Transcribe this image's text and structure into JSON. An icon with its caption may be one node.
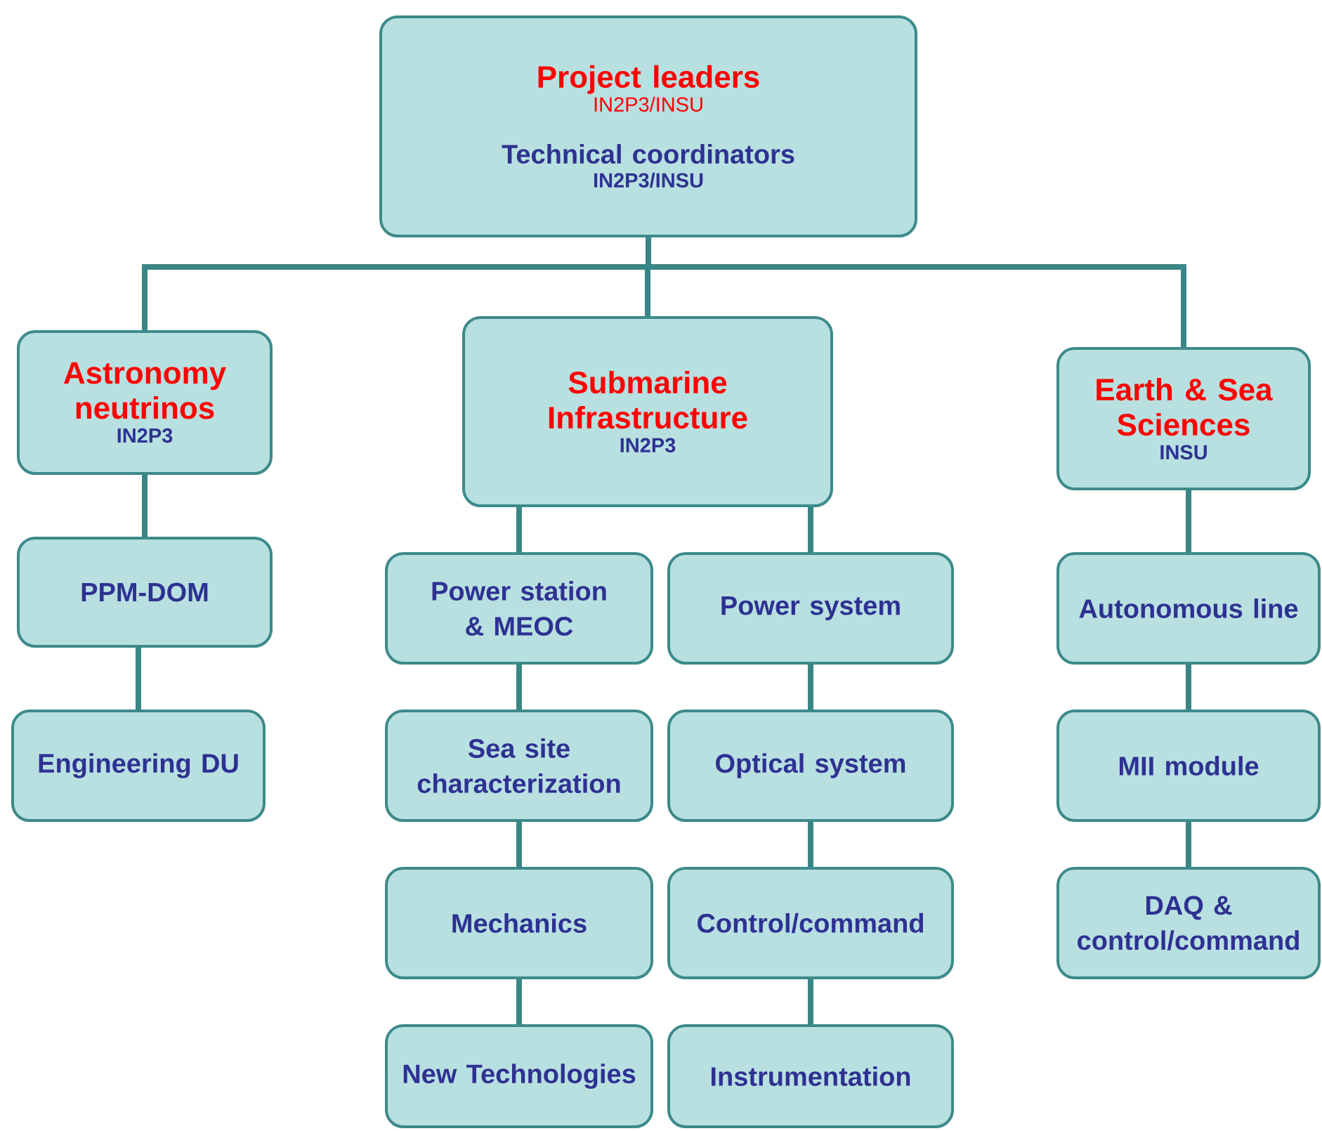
{
  "diagram": {
    "nodes": [
      {
        "text": [
          "Project leaders",
          "IN2P3/INSU",
          "Technical coordinators",
          "IN2P3/INSU"
        ]
      },
      {
        "text": [
          "Astronomy neutrinos",
          "IN2P3"
        ]
      },
      {
        "text": [
          "Submarine Infrastructure",
          "IN2P3"
        ]
      },
      {
        "text": [
          "Earth & Sea Sciences",
          "INSU"
        ]
      },
      {
        "text": [
          "PPM-DOM"
        ]
      },
      {
        "text": [
          "Engineering DU"
        ]
      },
      {
        "text": [
          "Power station & MEOC"
        ]
      },
      {
        "text": [
          "Sea site characterization"
        ]
      },
      {
        "text": [
          "Mechanics"
        ]
      },
      {
        "text": [
          "New Technologies"
        ]
      },
      {
        "text": [
          "Power system"
        ]
      },
      {
        "text": [
          "Optical system"
        ]
      },
      {
        "text": [
          "Control/command"
        ]
      },
      {
        "text": [
          "Instrumentation"
        ]
      },
      {
        "text": [
          "Autonomous line"
        ]
      },
      {
        "text": [
          "MII module"
        ]
      },
      {
        "text": [
          "DAQ & control/command"
        ]
      }
    ],
    "edges": [
      {
        "from": 0,
        "to": 1,
        "arrow": "none"
      },
      {
        "from": 0,
        "to": 2,
        "arrow": "none"
      },
      {
        "from": 0,
        "to": 3,
        "arrow": "none"
      },
      {
        "from": 1,
        "to": 4,
        "arrow": "none"
      },
      {
        "from": 4,
        "to": 5,
        "arrow": "none"
      },
      {
        "from": 2,
        "to": 6,
        "arrow": "none"
      },
      {
        "from": 6,
        "to": 7,
        "arrow": "none"
      },
      {
        "from": 7,
        "to": 8,
        "arrow": "none"
      },
      {
        "from": 8,
        "to": 9,
        "arrow": "none"
      },
      {
        "from": 2,
        "to": 10,
        "arrow": "none"
      },
      {
        "from": 10,
        "to": 11,
        "arrow": "none"
      },
      {
        "from": 11,
        "to": 12,
        "arrow": "none"
      },
      {
        "from": 12,
        "to": 13,
        "arrow": "none"
      },
      {
        "from": 3,
        "to": 14,
        "arrow": "none"
      },
      {
        "from": 14,
        "to": 15,
        "arrow": "none"
      },
      {
        "from": 15,
        "to": 16,
        "arrow": "none"
      }
    ]
  }
}
